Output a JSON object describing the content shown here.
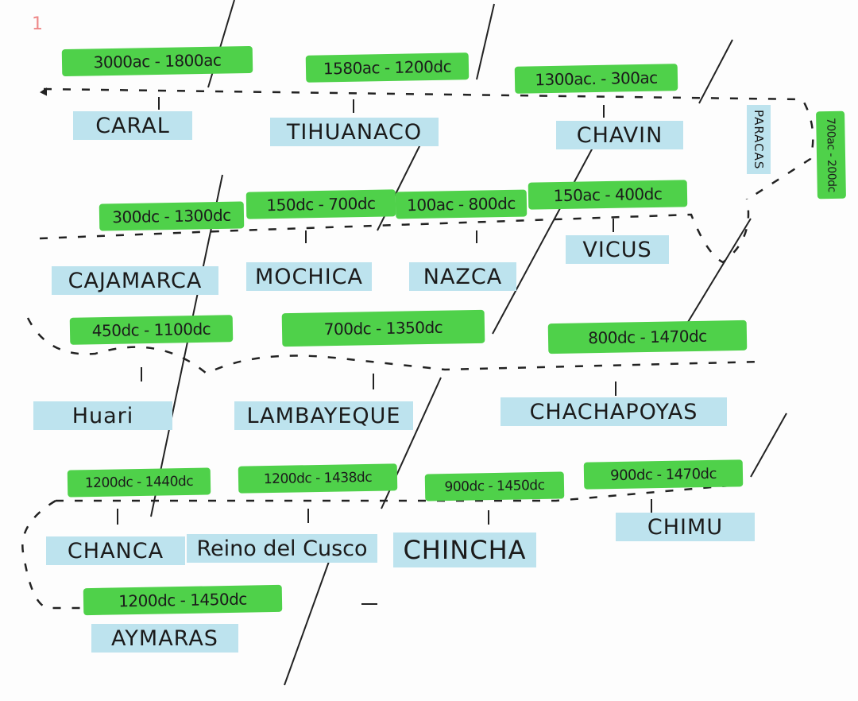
{
  "page_number": "1",
  "colors": {
    "date_highlight": "#4fd14a",
    "name_highlight": "#bde3ee",
    "ink": "#1b1b1b"
  },
  "cultures": [
    {
      "name": "CARAL",
      "dates": "3000ac - 1800ac"
    },
    {
      "name": "TIHUANACO",
      "dates": "1580ac - 1200dc"
    },
    {
      "name": "CHAVIN",
      "dates": "1300ac. - 300ac"
    },
    {
      "name": "PARACAS",
      "dates": "700ac - 200dc"
    },
    {
      "name": "CAJAMARCA",
      "dates": "300dc - 1300dc"
    },
    {
      "name": "MOCHICA",
      "dates": "150dc - 700dc"
    },
    {
      "name": "NAZCA",
      "dates": "100ac - 800dc"
    },
    {
      "name": "VICUS",
      "dates": "150ac - 400dc"
    },
    {
      "name": "Huari",
      "dates": "450dc - 1100dc"
    },
    {
      "name": "LAMBAYEQUE",
      "dates": "700dc - 1350dc"
    },
    {
      "name": "CHACHAPOYAS",
      "dates": "800dc - 1470dc"
    },
    {
      "name": "CHANCA",
      "dates": "1200dc - 1440dc"
    },
    {
      "name": "Reino del Cusco",
      "dates": "1200dc - 1438dc"
    },
    {
      "name": "CHINCHA",
      "dates": "900dc - 1450dc"
    },
    {
      "name": "CHIMU",
      "dates": "900dc - 1470dc"
    },
    {
      "name": "AYMARAS",
      "dates": "1200dc - 1450dc"
    }
  ]
}
